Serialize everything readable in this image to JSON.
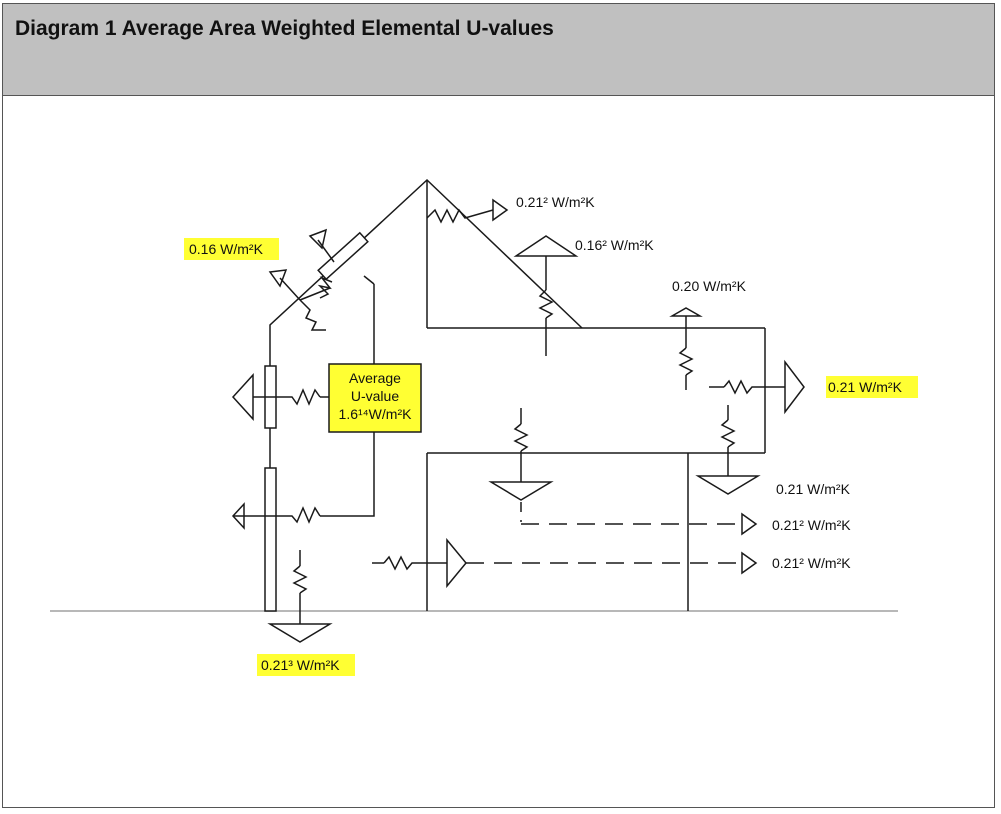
{
  "title": "Diagram 1 Average Area Weighted Elemental U-values",
  "labels": {
    "roof_slope_left": "0.16 W/m²K",
    "roof_ridge": "0.21² W/m²K",
    "ceiling_loft": "0.16² W/m²K",
    "flat_roof": "0.20 W/m²K",
    "wall_right": "0.21 W/m²K",
    "floor_upper_right": "0.21 W/m²K",
    "dashed_upper": "0.21² W/m²K",
    "dashed_lower": "0.21² W/m²K",
    "ground_floor": "0.21³ W/m²K",
    "average_line1": "Average",
    "average_line2": "U-value",
    "average_line3": "1.6¹⁴W/m²K"
  },
  "colors": {
    "highlight": "#ffff33",
    "header_bg": "#c0c0c0",
    "line": "#1a1a1a",
    "ground_line": "#a0a0a0"
  }
}
